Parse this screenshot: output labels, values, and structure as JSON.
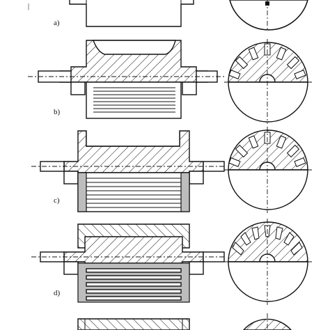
{
  "panels": [
    {
      "id": "a",
      "label": "a)"
    },
    {
      "id": "b",
      "label": "b)"
    },
    {
      "id": "c",
      "label": "c)"
    },
    {
      "id": "d",
      "label": "d)"
    }
  ],
  "colors": {
    "ink": "#111111",
    "background": "#ffffff",
    "lamination_fill": "#bdbdbd"
  }
}
